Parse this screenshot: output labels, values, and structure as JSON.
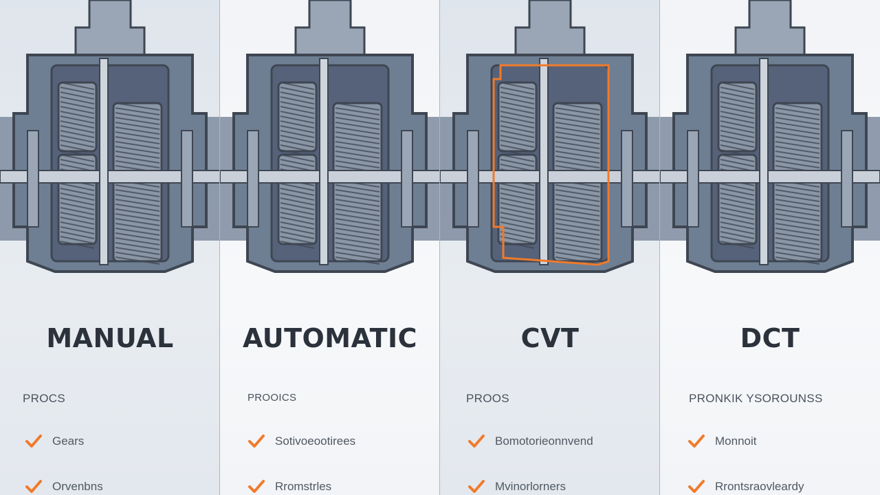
{
  "colors": {
    "metal": "#6f7f93",
    "dark": "#3e4652",
    "accent": "#f07a2a",
    "band": "#7e8ca0"
  },
  "panels": [
    {
      "title": "MANUAL",
      "pros_label": "PROCS",
      "items": [
        "Gears",
        "Orvenbns"
      ],
      "highlight": false
    },
    {
      "title": "AUTOMATIC",
      "pros_label": "PROOICS",
      "items": [
        "Sotivoeootirees",
        "Rromstrles"
      ],
      "highlight": false
    },
    {
      "title": "CVT",
      "pros_label": "PROOS",
      "items": [
        "Bomotorieonnvend",
        "Mvinorlorners"
      ],
      "highlight": true
    },
    {
      "title": "DCT",
      "pros_label": "PRONKIK YSOROUNSS",
      "items": [
        "Monnoit",
        "Rrontsraovleardy"
      ],
      "highlight": false
    }
  ]
}
